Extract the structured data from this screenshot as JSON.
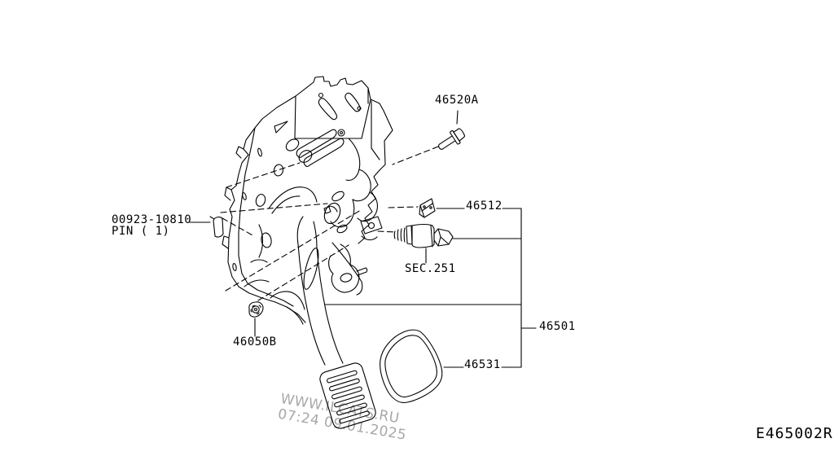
{
  "diagram": {
    "code": "E465002R",
    "background_color": "#ffffff",
    "line_color": "#000000",
    "callouts": {
      "bolt": "46520A",
      "pin_part": "00923-10810",
      "pin_qty": "PIN ( 1)",
      "clip": "46512",
      "switch_section": "SEC.251",
      "nut": "46050B",
      "pedal_assembly": "46501",
      "pad_cover": "46531"
    },
    "watermark": {
      "line1": "WWW.ILCATS.RU",
      "line2": "07:24 09.01.2025",
      "color": "#a8a8a8"
    }
  }
}
